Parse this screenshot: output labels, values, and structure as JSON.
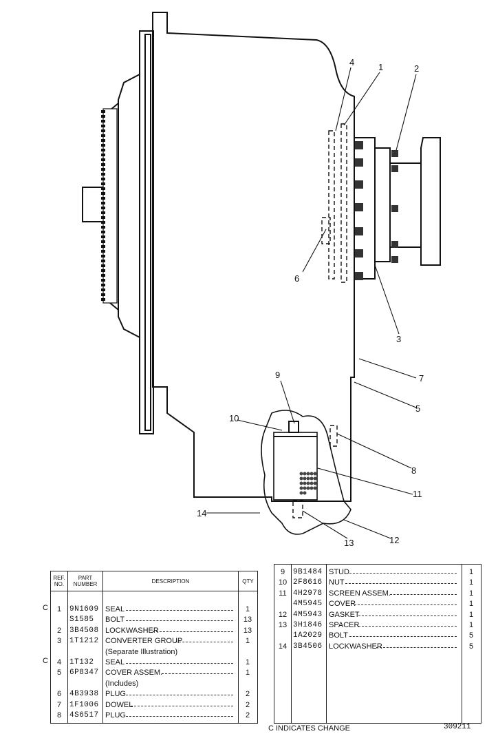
{
  "callouts": [
    "1",
    "2",
    "3",
    "4",
    "5",
    "6",
    "7",
    "8",
    "9",
    "10",
    "11",
    "12",
    "13",
    "14"
  ],
  "left_table": {
    "headers": {
      "ref": "REF.\nNO.",
      "part": "PART\nNUMBER",
      "desc": "DESCRIPTION",
      "qty": "QTY"
    },
    "rows": [
      {
        "mark": "C",
        "ref": "1",
        "part": "9N1609",
        "desc": "SEAL",
        "qty": "1"
      },
      {
        "mark": "",
        "ref": "",
        "part": "S1585",
        "desc": "BOLT",
        "qty": "13"
      },
      {
        "mark": "",
        "ref": "2",
        "part": "3B4508",
        "desc": "LOCKWASHER",
        "qty": "13"
      },
      {
        "mark": "",
        "ref": "3",
        "part": "1T1212",
        "desc": "CONVERTER GROUP",
        "qty": "1"
      },
      {
        "mark": "",
        "ref": "",
        "part": "",
        "desc": "(Separate Illustration)",
        "qty": ""
      },
      {
        "mark": "C",
        "ref": "4",
        "part": "1T132",
        "desc": "SEAL",
        "qty": "1"
      },
      {
        "mark": "",
        "ref": "5",
        "part": "6P8347",
        "desc": "COVER ASSEM.",
        "qty": "1"
      },
      {
        "mark": "",
        "ref": "",
        "part": "",
        "desc": "(Includes)",
        "qty": ""
      },
      {
        "mark": "",
        "ref": "6",
        "part": "4B3938",
        "desc": "PLUG",
        "qty": "2"
      },
      {
        "mark": "",
        "ref": "7",
        "part": "1F1006",
        "desc": "DOWEL",
        "qty": "2"
      },
      {
        "mark": "",
        "ref": "8",
        "part": "4S6517",
        "desc": "PLUG",
        "qty": "2"
      }
    ]
  },
  "right_table": {
    "rows": [
      {
        "ref": "9",
        "part": "9B1484",
        "desc": "STUD",
        "qty": "1"
      },
      {
        "ref": "10",
        "part": "2F8616",
        "desc": "NUT",
        "qty": "1"
      },
      {
        "ref": "11",
        "part": "4H2978",
        "desc": "SCREEN ASSEM.",
        "qty": "1"
      },
      {
        "ref": "",
        "part": "4M5945",
        "desc": "COVER",
        "qty": "1"
      },
      {
        "ref": "12",
        "part": "4M5943",
        "desc": "GASKET",
        "qty": "1"
      },
      {
        "ref": "13",
        "part": "3H1846",
        "desc": "SPACER",
        "qty": "1"
      },
      {
        "ref": "",
        "part": "1A2029",
        "desc": "BOLT",
        "qty": "5"
      },
      {
        "ref": "14",
        "part": "3B4506",
        "desc": "LOCKWASHER",
        "qty": "5"
      }
    ]
  },
  "footer": {
    "note": "C INDICATES CHANGE",
    "id": "309211"
  }
}
